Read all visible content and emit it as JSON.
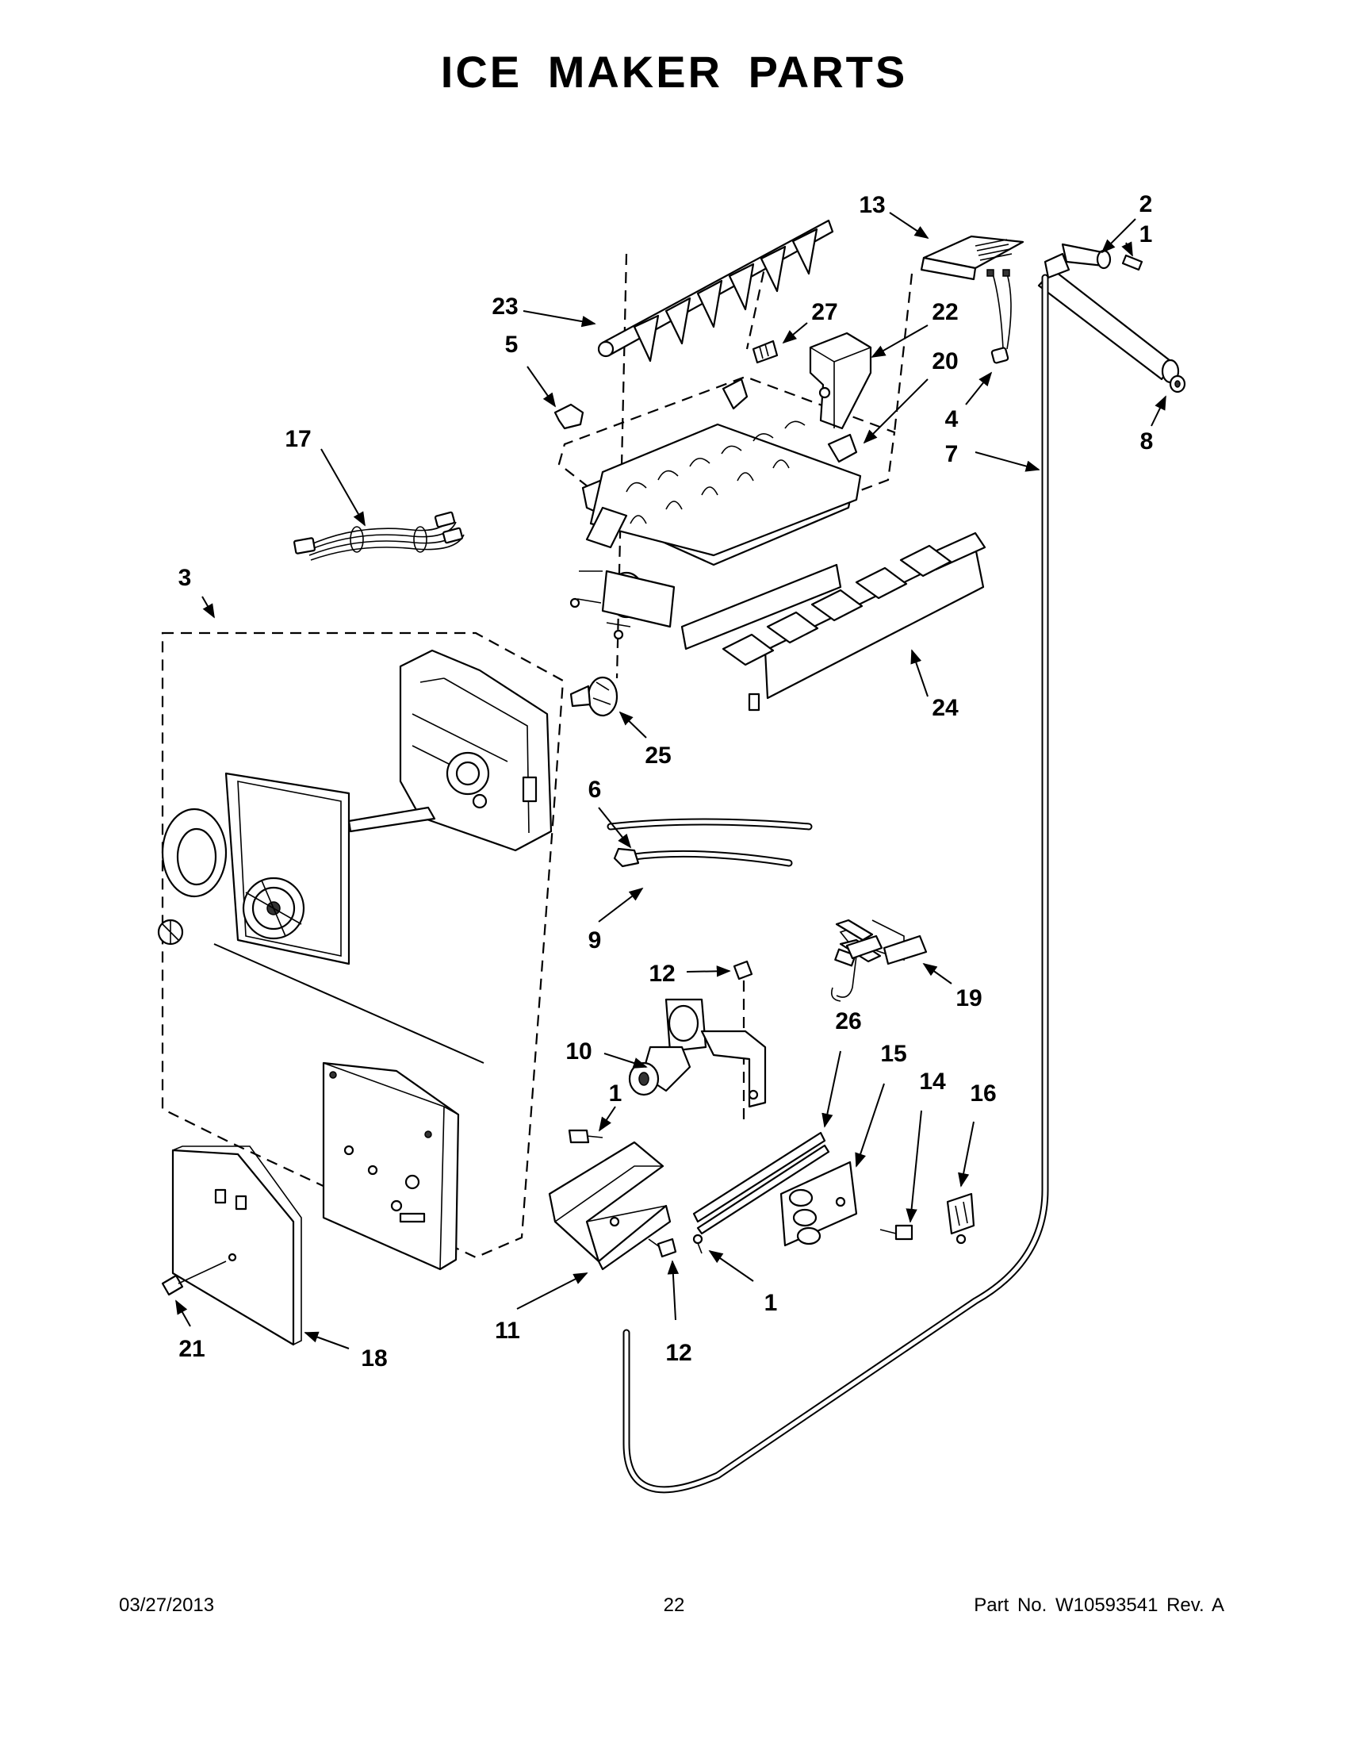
{
  "page": {
    "title": "ICE MAKER PARTS",
    "footer": {
      "date": "03/27/2013",
      "page_number": "22",
      "part_number": "Part No.  W10593541  Rev.  A"
    }
  },
  "callouts": [
    {
      "id": "c1a",
      "label": "1"
    },
    {
      "id": "c2",
      "label": "2"
    },
    {
      "id": "c13",
      "label": "13"
    },
    {
      "id": "c23",
      "label": "23"
    },
    {
      "id": "c27",
      "label": "27"
    },
    {
      "id": "c22",
      "label": "22"
    },
    {
      "id": "c5",
      "label": "5"
    },
    {
      "id": "c20",
      "label": "20"
    },
    {
      "id": "c4",
      "label": "4"
    },
    {
      "id": "c7",
      "label": "7"
    },
    {
      "id": "c8",
      "label": "8"
    },
    {
      "id": "c17",
      "label": "17"
    },
    {
      "id": "c3",
      "label": "3"
    },
    {
      "id": "c24",
      "label": "24"
    },
    {
      "id": "c25",
      "label": "25"
    },
    {
      "id": "c6",
      "label": "6"
    },
    {
      "id": "c9",
      "label": "9"
    },
    {
      "id": "c12a",
      "label": "12"
    },
    {
      "id": "c19",
      "label": "19"
    },
    {
      "id": "c10",
      "label": "10"
    },
    {
      "id": "c26",
      "label": "26"
    },
    {
      "id": "c15",
      "label": "15"
    },
    {
      "id": "c14",
      "label": "14"
    },
    {
      "id": "c16",
      "label": "16"
    },
    {
      "id": "c1b",
      "label": "1"
    },
    {
      "id": "c11",
      "label": "11"
    },
    {
      "id": "c12b",
      "label": "12"
    },
    {
      "id": "c1c",
      "label": "1"
    },
    {
      "id": "c21",
      "label": "21"
    },
    {
      "id": "c18",
      "label": "18"
    }
  ]
}
